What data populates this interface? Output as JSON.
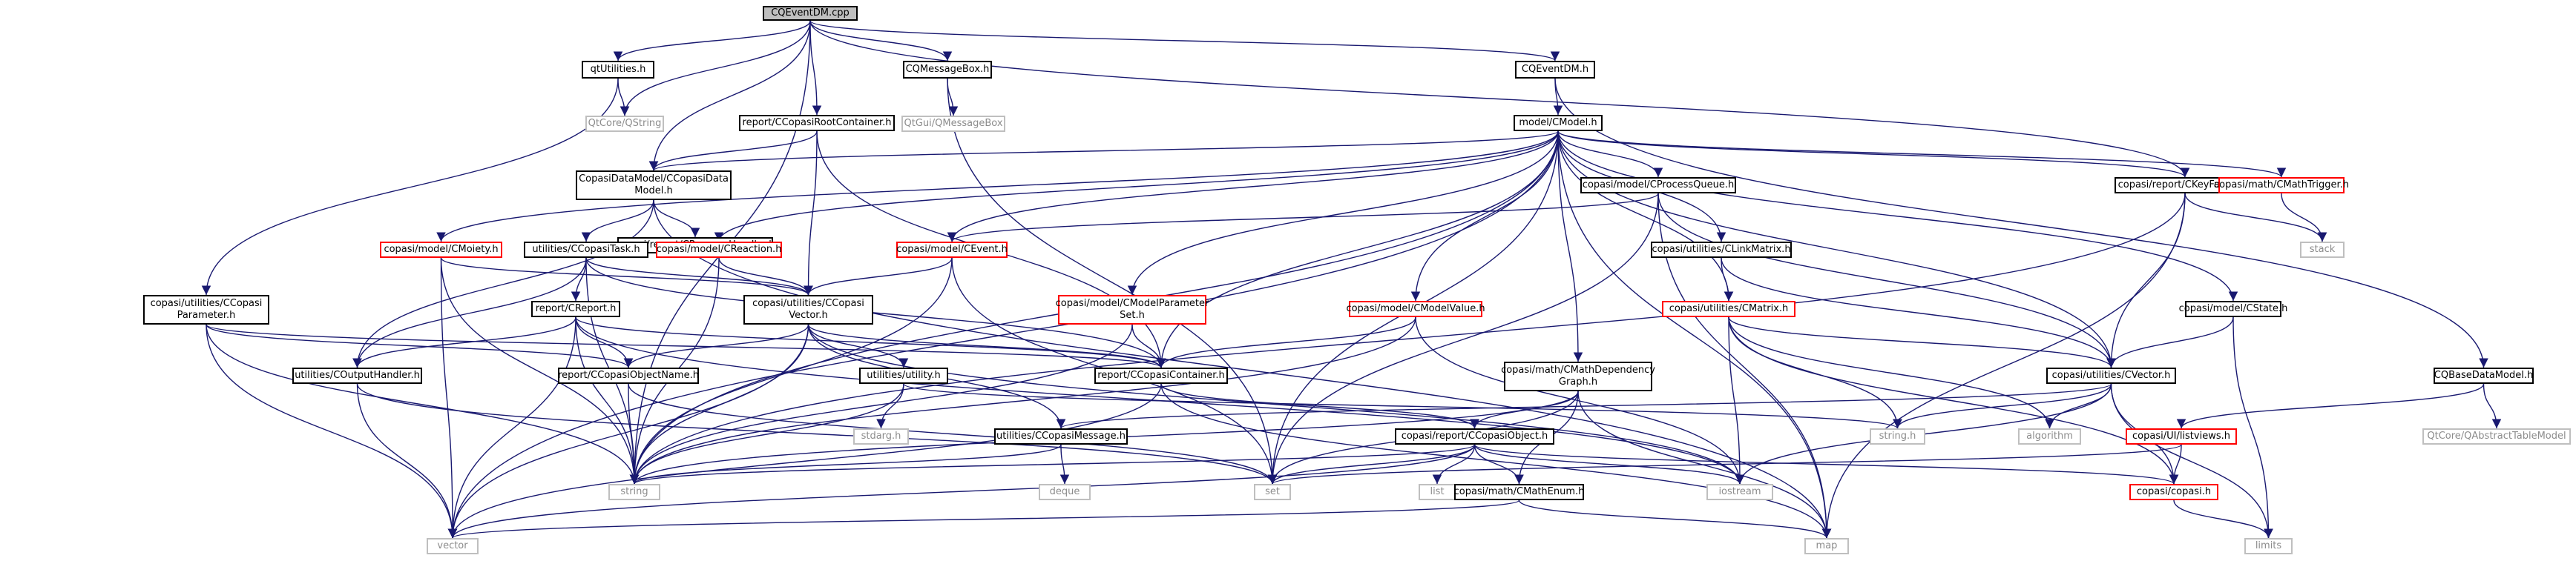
{
  "diagram": {
    "type": "include-dependency-graph",
    "colors": {
      "edge": "#191970",
      "node_border": "#000000",
      "external_border": "#bfbfbf",
      "external_text": "#8c8c8c",
      "incomplete_border": "#ff0000",
      "root_fill": "#bfbfbf"
    },
    "nodes": [
      {
        "id": "root",
        "label": "CQEventDM.cpp",
        "kind": "root"
      },
      {
        "id": "qtutil",
        "label": "qtUtilities.h",
        "kind": "file"
      },
      {
        "id": "msgbox",
        "label": "CQMessageBox.h",
        "kind": "file"
      },
      {
        "id": "eventdmh",
        "label": "CQEventDM.h",
        "kind": "file"
      },
      {
        "id": "qstring",
        "label": "QtCore/QString",
        "kind": "external"
      },
      {
        "id": "qmsgbox",
        "label": "QtGui/QMessageBox",
        "kind": "external"
      },
      {
        "id": "rootcont",
        "label": "report/CCopasiRootContainer.h",
        "kind": "file"
      },
      {
        "id": "cmodel",
        "label": "model/CModel.h",
        "kind": "file"
      },
      {
        "id": "datamodel",
        "label": "CopasiDataModel/CCopasiData\nModel.h",
        "kind": "file"
      },
      {
        "id": "procq",
        "label": "copasi/model/CProcessQueue.h",
        "kind": "file"
      },
      {
        "id": "keyfac",
        "label": "copasi/report/CKeyFactory.h",
        "kind": "file"
      },
      {
        "id": "mathtrig",
        "label": "copasi/math/CMathTrigger.h",
        "kind": "incomplete"
      },
      {
        "id": "renameh",
        "label": "copasi/report/CRenameHandler.h",
        "kind": "file"
      },
      {
        "id": "moiety",
        "label": "copasi/model/CMoiety.h",
        "kind": "incomplete"
      },
      {
        "id": "task",
        "label": "utilities/CCopasiTask.h",
        "kind": "file"
      },
      {
        "id": "reaction",
        "label": "copasi/model/CReaction.h",
        "kind": "incomplete"
      },
      {
        "id": "event",
        "label": "copasi/model/CEvent.h",
        "kind": "incomplete"
      },
      {
        "id": "linkmat",
        "label": "copasi/utilities/CLinkMatrix.h",
        "kind": "file"
      },
      {
        "id": "stack",
        "label": "stack",
        "kind": "external"
      },
      {
        "id": "paramh",
        "label": "copasi/utilities/CCopasi\nParameter.h",
        "kind": "file"
      },
      {
        "id": "creport",
        "label": "report/CReport.h",
        "kind": "file"
      },
      {
        "id": "vecc",
        "label": "copasi/utilities/CCopasi\nVector.h",
        "kind": "file"
      },
      {
        "id": "mparamset",
        "label": "copasi/model/CModelParameter\nSet.h",
        "kind": "incomplete"
      },
      {
        "id": "mvalue",
        "label": "copasi/model/CModelValue.h",
        "kind": "incomplete"
      },
      {
        "id": "cmatrix",
        "label": "copasi/utilities/CMatrix.h",
        "kind": "incomplete"
      },
      {
        "id": "cstate",
        "label": "copasi/model/CState.h",
        "kind": "file"
      },
      {
        "id": "outh",
        "label": "utilities/COutputHandler.h",
        "kind": "file"
      },
      {
        "id": "objname",
        "label": "report/CCopasiObjectName.h",
        "kind": "file"
      },
      {
        "id": "utility",
        "label": "utilities/utility.h",
        "kind": "file"
      },
      {
        "id": "container",
        "label": "report/CCopasiContainer.h",
        "kind": "file"
      },
      {
        "id": "depgraph",
        "label": "copasi/math/CMathDependency\nGraph.h",
        "kind": "file"
      },
      {
        "id": "cvector",
        "label": "copasi/utilities/CVector.h",
        "kind": "file"
      },
      {
        "id": "basedm",
        "label": "CQBaseDataModel.h",
        "kind": "file"
      },
      {
        "id": "stdargh",
        "label": "stdarg.h",
        "kind": "external"
      },
      {
        "id": "cmessage",
        "label": "utilities/CCopasiMessage.h",
        "kind": "file"
      },
      {
        "id": "cobject",
        "label": "copasi/report/CCopasiObject.h",
        "kind": "file"
      },
      {
        "id": "stringh",
        "label": "string.h",
        "kind": "external"
      },
      {
        "id": "algorithm",
        "label": "algorithm",
        "kind": "external"
      },
      {
        "id": "listviews",
        "label": "copasi/UI/listviews.h",
        "kind": "incomplete"
      },
      {
        "id": "qabstract",
        "label": "QtCore/QAbstractTableModel",
        "kind": "external"
      },
      {
        "id": "deque",
        "label": "deque",
        "kind": "external"
      },
      {
        "id": "string",
        "label": "string",
        "kind": "external"
      },
      {
        "id": "set",
        "label": "set",
        "kind": "external"
      },
      {
        "id": "list",
        "label": "list",
        "kind": "external"
      },
      {
        "id": "mathenum",
        "label": "copasi/math/CMathEnum.h",
        "kind": "file"
      },
      {
        "id": "iostream",
        "label": "iostream",
        "kind": "external"
      },
      {
        "id": "copasih",
        "label": "copasi/copasi.h",
        "kind": "incomplete"
      },
      {
        "id": "vector",
        "label": "vector",
        "kind": "external"
      },
      {
        "id": "map",
        "label": "map",
        "kind": "external"
      },
      {
        "id": "limits",
        "label": "limits",
        "kind": "external"
      }
    ],
    "edges": [
      [
        "root",
        "qtutil"
      ],
      [
        "root",
        "qstring"
      ],
      [
        "root",
        "msgbox"
      ],
      [
        "root",
        "datamodel"
      ],
      [
        "root",
        "rootcont"
      ],
      [
        "root",
        "eventdmh"
      ],
      [
        "root",
        "keyfac"
      ],
      [
        "root",
        "string"
      ],
      [
        "qtutil",
        "qstring"
      ],
      [
        "qtutil",
        "paramh"
      ],
      [
        "msgbox",
        "qmsgbox"
      ],
      [
        "msgbox",
        "set"
      ],
      [
        "eventdmh",
        "cmodel"
      ],
      [
        "eventdmh",
        "basedm"
      ],
      [
        "rootcont",
        "datamodel"
      ],
      [
        "rootcont",
        "vecc"
      ],
      [
        "rootcont",
        "container"
      ],
      [
        "cmodel",
        "datamodel"
      ],
      [
        "cmodel",
        "moiety"
      ],
      [
        "cmodel",
        "reaction"
      ],
      [
        "cmodel",
        "event"
      ],
      [
        "cmodel",
        "procq"
      ],
      [
        "cmodel",
        "keyfac"
      ],
      [
        "cmodel",
        "mathtrig"
      ],
      [
        "cmodel",
        "cstate"
      ],
      [
        "cmodel",
        "linkmat"
      ],
      [
        "cmodel",
        "cmatrix"
      ],
      [
        "cmodel",
        "mparamset"
      ],
      [
        "cmodel",
        "mvalue"
      ],
      [
        "cmodel",
        "depgraph"
      ],
      [
        "cmodel",
        "cvector"
      ],
      [
        "cmodel",
        "container"
      ],
      [
        "cmodel",
        "set"
      ],
      [
        "cmodel",
        "vector"
      ],
      [
        "cmodel",
        "map"
      ],
      [
        "cmodel",
        "string"
      ],
      [
        "datamodel",
        "renameh"
      ],
      [
        "datamodel",
        "task"
      ],
      [
        "datamodel",
        "outh"
      ],
      [
        "datamodel",
        "map"
      ],
      [
        "task",
        "vecc"
      ],
      [
        "task",
        "creport"
      ],
      [
        "task",
        "outh"
      ],
      [
        "task",
        "container"
      ],
      [
        "task",
        "string"
      ],
      [
        "moiety",
        "vecc"
      ],
      [
        "moiety",
        "string"
      ],
      [
        "moiety",
        "vector"
      ],
      [
        "reaction",
        "vecc"
      ],
      [
        "reaction",
        "string"
      ],
      [
        "event",
        "vecc"
      ],
      [
        "event",
        "string"
      ],
      [
        "event",
        "set"
      ],
      [
        "procq",
        "event"
      ],
      [
        "procq",
        "cvector"
      ],
      [
        "procq",
        "set"
      ],
      [
        "procq",
        "map"
      ],
      [
        "keyfac",
        "cvector"
      ],
      [
        "keyfac",
        "stack"
      ],
      [
        "keyfac",
        "map"
      ],
      [
        "keyfac",
        "string"
      ],
      [
        "mathtrig",
        "stack"
      ],
      [
        "linkmat",
        "cmatrix"
      ],
      [
        "linkmat",
        "cvector"
      ],
      [
        "paramh",
        "objname"
      ],
      [
        "paramh",
        "container"
      ],
      [
        "paramh",
        "vector"
      ],
      [
        "paramh",
        "string"
      ],
      [
        "creport",
        "objname"
      ],
      [
        "creport",
        "outh"
      ],
      [
        "creport",
        "container"
      ],
      [
        "creport",
        "iostream"
      ],
      [
        "creport",
        "vector"
      ],
      [
        "creport",
        "string"
      ],
      [
        "vecc",
        "objname"
      ],
      [
        "vecc",
        "utility"
      ],
      [
        "vecc",
        "cmessage"
      ],
      [
        "vecc",
        "container"
      ],
      [
        "vecc",
        "iostream"
      ],
      [
        "vecc",
        "vector"
      ],
      [
        "vecc",
        "string"
      ],
      [
        "mparamset",
        "container"
      ],
      [
        "mparamset",
        "string"
      ],
      [
        "mvalue",
        "container"
      ],
      [
        "mvalue",
        "iostream"
      ],
      [
        "mvalue",
        "string"
      ],
      [
        "cmatrix",
        "cvector"
      ],
      [
        "cmatrix",
        "algorithm"
      ],
      [
        "cmatrix",
        "copasih"
      ],
      [
        "cmatrix",
        "iostream"
      ],
      [
        "cmatrix",
        "stringh"
      ],
      [
        "cstate",
        "cvector"
      ],
      [
        "cstate",
        "limits"
      ],
      [
        "outh",
        "vector"
      ],
      [
        "outh",
        "set"
      ],
      [
        "objname",
        "string"
      ],
      [
        "objname",
        "set"
      ],
      [
        "utility",
        "stdargh"
      ],
      [
        "utility",
        "stringh"
      ],
      [
        "utility",
        "string"
      ],
      [
        "container",
        "cobject"
      ],
      [
        "container",
        "map"
      ],
      [
        "container",
        "vector"
      ],
      [
        "depgraph",
        "cobject"
      ],
      [
        "depgraph",
        "mathenum"
      ],
      [
        "depgraph",
        "set"
      ],
      [
        "depgraph",
        "map"
      ],
      [
        "depgraph",
        "string"
      ],
      [
        "cvector",
        "algorithm"
      ],
      [
        "cvector",
        "limits"
      ],
      [
        "cvector",
        "copasih"
      ],
      [
        "cvector",
        "iostream"
      ],
      [
        "cvector",
        "stringh"
      ],
      [
        "cvector",
        "cmessage"
      ],
      [
        "basedm",
        "qabstract"
      ],
      [
        "basedm",
        "listviews"
      ],
      [
        "cmessage",
        "deque"
      ],
      [
        "cmessage",
        "string"
      ],
      [
        "cobject",
        "list"
      ],
      [
        "cobject",
        "mathenum"
      ],
      [
        "cobject",
        "iostream"
      ],
      [
        "cobject",
        "copasih"
      ],
      [
        "cobject",
        "set"
      ],
      [
        "cobject",
        "vector"
      ],
      [
        "cobject",
        "string"
      ],
      [
        "mathenum",
        "map"
      ],
      [
        "mathenum",
        "vector"
      ],
      [
        "listviews",
        "copasih"
      ],
      [
        "listviews",
        "set"
      ],
      [
        "copasih",
        "limits"
      ]
    ]
  }
}
